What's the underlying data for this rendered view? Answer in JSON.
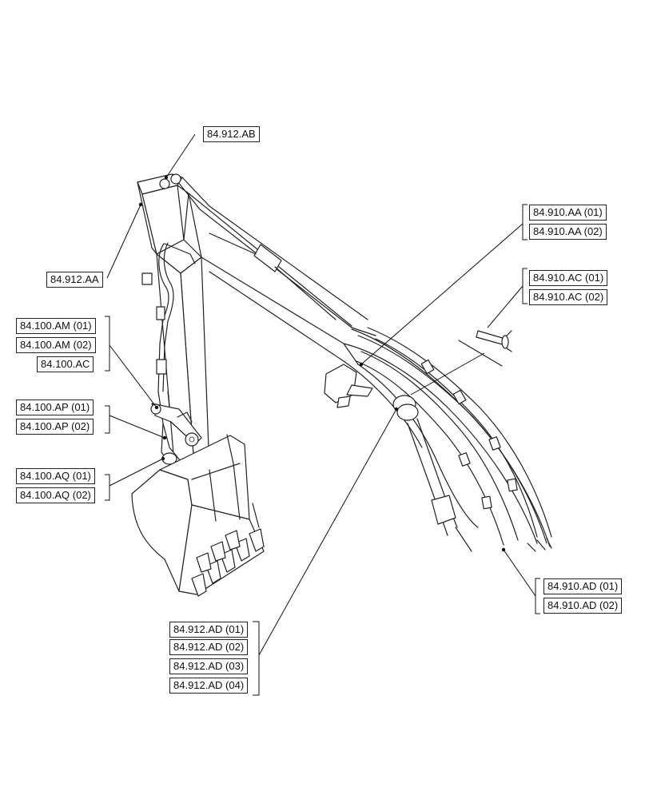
{
  "callouts": {
    "ab": "84.912.AB",
    "aa": "84.912.AA",
    "am01": "84.100.AM (01)",
    "am02": "84.100.AM (02)",
    "ac": "84.100.AC",
    "ap01": "84.100.AP (01)",
    "ap02": "84.100.AP (02)",
    "aq01": "84.100.AQ (01)",
    "aq02": "84.100.AQ (02)",
    "fa01": "84.910.AA (01)",
    "fa02": "84.910.AA (02)",
    "fc01": "84.910.AC (01)",
    "fc02": "84.910.AC (02)",
    "fd01": "84.910.AD (01)",
    "fd02": "84.910.AD (02)",
    "ad01": "84.912.AD (01)",
    "ad02": "84.912.AD (02)",
    "ad03": "84.912.AD (03)",
    "ad04": "84.912.AD (04)"
  }
}
